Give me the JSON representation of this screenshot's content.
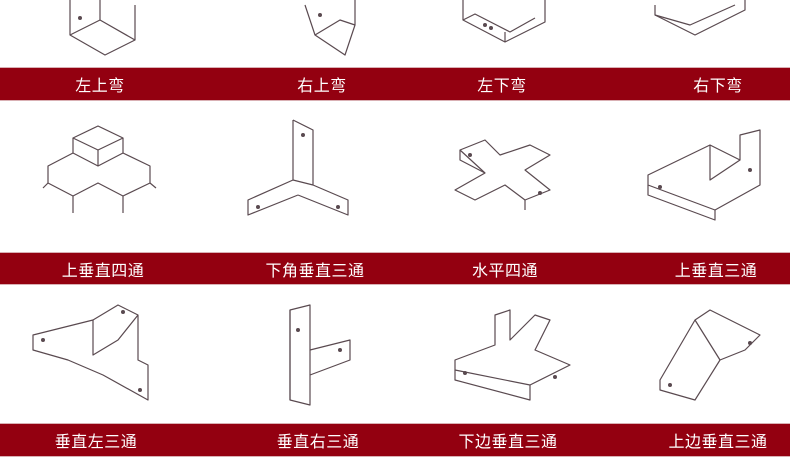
{
  "rows": [
    {
      "labels": [
        "左上弯",
        "右上弯",
        "左下弯",
        "右下弯"
      ]
    },
    {
      "labels": [
        "上垂直四通",
        "下角垂直三通",
        "水平四通",
        "上垂直三通"
      ]
    },
    {
      "labels": [
        "垂直左三通",
        "垂直右三通",
        "下边垂直三通",
        "上边垂直三通"
      ]
    }
  ],
  "colors": {
    "band": "#930010",
    "label": "#ffffff",
    "line": "#5a4a50"
  }
}
